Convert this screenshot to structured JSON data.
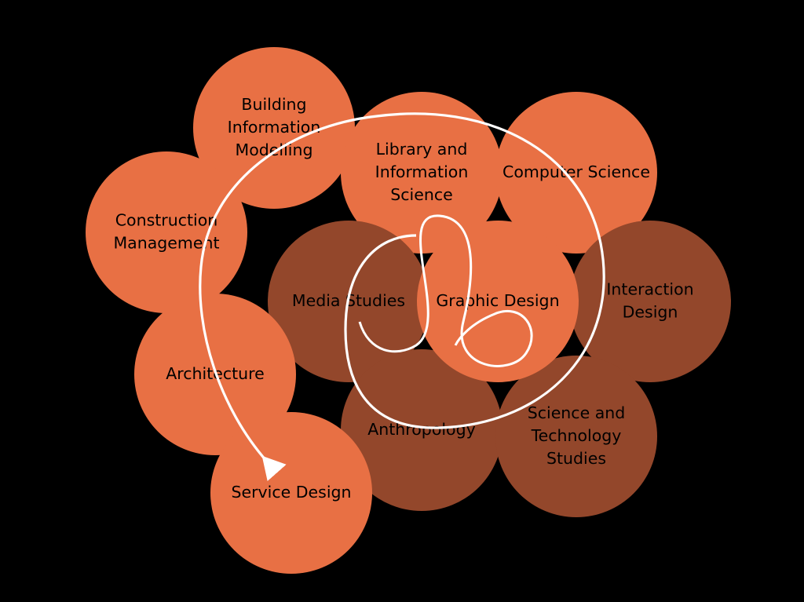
{
  "diagram": {
    "colors": {
      "background": "#000000",
      "primary_fill": "#E87044",
      "secondary_fill": "#93472B",
      "spiral_stroke": "#FFFFFF",
      "label_text": "#000000"
    },
    "circles": [
      {
        "id": "building-information-modelling",
        "lines": [
          "Building",
          "Information",
          "Modelling"
        ],
        "tone": "primary"
      },
      {
        "id": "construction-management",
        "lines": [
          "Construction",
          "Management"
        ],
        "tone": "primary"
      },
      {
        "id": "library-and-information-science",
        "lines": [
          "Library and",
          "Information",
          "Science"
        ],
        "tone": "primary"
      },
      {
        "id": "computer-science",
        "lines": [
          "Computer Science"
        ],
        "tone": "primary"
      },
      {
        "id": "media-studies",
        "lines": [
          "Media Studies"
        ],
        "tone": "secondary"
      },
      {
        "id": "interaction-design",
        "lines": [
          "Interaction",
          "Design"
        ],
        "tone": "secondary"
      },
      {
        "id": "anthropology",
        "lines": [
          "Anthropology"
        ],
        "tone": "secondary"
      },
      {
        "id": "science-and-technology-studies",
        "lines": [
          "Science and",
          "Technology",
          "Studies"
        ],
        "tone": "secondary"
      },
      {
        "id": "graphic-design",
        "lines": [
          "Graphic Design"
        ],
        "tone": "primary"
      },
      {
        "id": "architecture",
        "lines": [
          "Architecture"
        ],
        "tone": "primary"
      },
      {
        "id": "service-design",
        "lines": [
          "Service Design"
        ],
        "tone": "primary"
      }
    ]
  }
}
